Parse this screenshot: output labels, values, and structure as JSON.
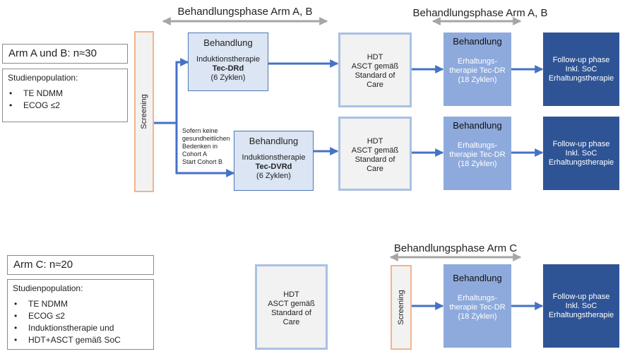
{
  "phase_header": {
    "top_left": "Behandlungsphase Arm A, B",
    "top_right": "Behandlungsphase Arm A, B",
    "bottom": "Behandlungsphase Arm C"
  },
  "arm_ab": {
    "title": "Arm A und B: n≈30",
    "population_heading": "Studienpopulation:",
    "criteria": [
      "TE NDMM",
      "ECOG ≤2"
    ]
  },
  "arm_c": {
    "title": "Arm C: n≈20",
    "population_heading": "Studienpopulation:",
    "criteria": [
      "TE NDMM",
      "ECOG ≤2",
      "Induktionstherapie und",
      "HDT+ASCT gemäß SoC"
    ]
  },
  "screening_label": "Screening",
  "induction_a": {
    "heading": "Behandlung",
    "line1": "Induktionstherapie",
    "regimen": "Tec-DRd",
    "cycles": "(6 Zyklen)"
  },
  "induction_b": {
    "heading": "Behandlung",
    "line1": "Induktionstherapie",
    "regimen": "Tec-DVRd",
    "cycles": "(6 Zyklen)"
  },
  "branch_note": {
    "lines": [
      "Sofern keine",
      "gesundheitlichen",
      "Bedenken in",
      "Cohort A",
      "Start Cohort B"
    ]
  },
  "hdt_box": {
    "lines": [
      "HDT",
      "ASCT gemäß",
      "Standard of",
      "Care"
    ]
  },
  "maintenance": {
    "heading": "Behandlung",
    "lines": [
      "Erhaltungs-",
      "therapie Tec-DR",
      "(18 Zyklen)"
    ]
  },
  "follow_up": {
    "lines": [
      "Follow-up phase",
      "Inkl.  SoC",
      "Erhaltungstherapie"
    ]
  },
  "colors": {
    "screening_border": "#f2b48c",
    "induction_fill": "#dbe5f3",
    "hdt_border": "#a9c1e4",
    "maintenance_fill": "#8eaadc",
    "follow_up_fill": "#2f5496",
    "arrow": "#4472c4",
    "phase_bar": "#a6a6a6"
  }
}
